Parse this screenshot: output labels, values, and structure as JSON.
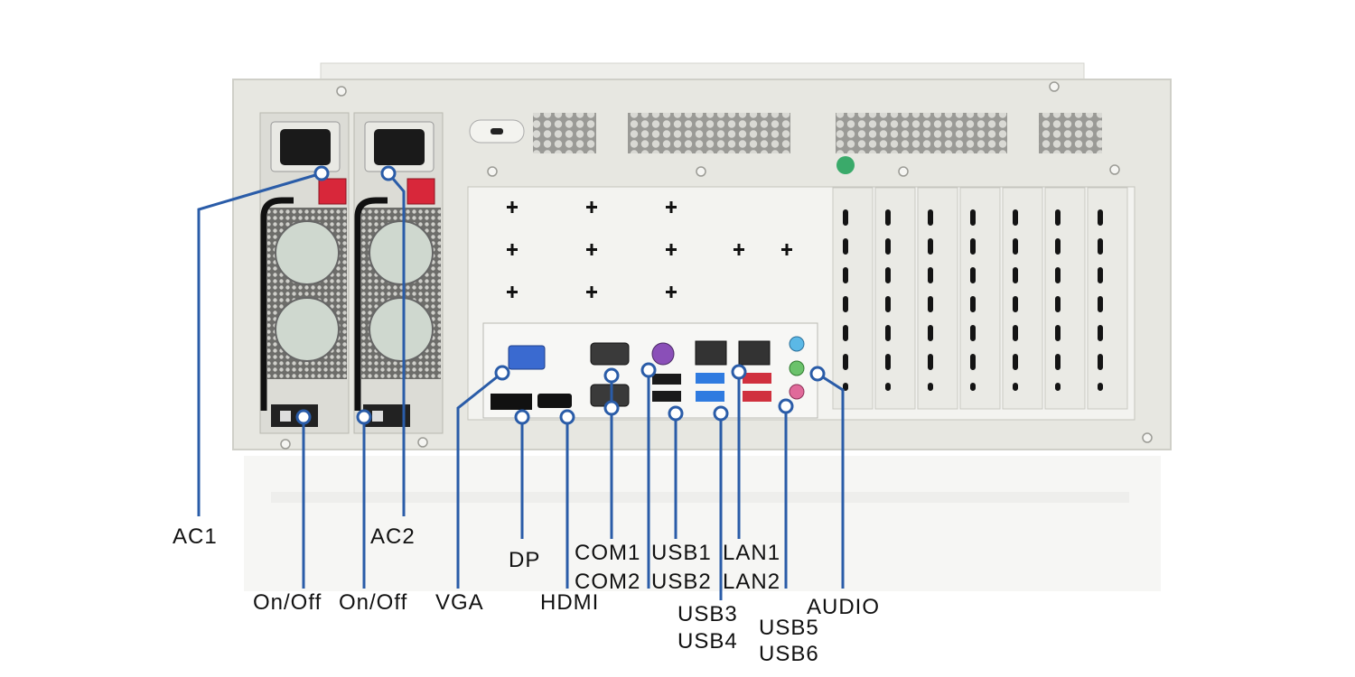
{
  "image": {
    "subject": "rear panel of rackmount industrial computer chassis",
    "leader_color": "#2a5ca8",
    "chassis_color": "#e6e6e0",
    "panel_color": "#f1f1ee"
  },
  "callouts": {
    "ac1": "AC1",
    "ac2": "AC2",
    "onoff1": "On/Off",
    "onoff2": "On/Off",
    "vga": "VGA",
    "dp": "DP",
    "hdmi": "HDMI",
    "com1": "COM1",
    "com2": "COM2",
    "usb1": "USB1",
    "usb2": "USB2",
    "usb3": "USB3",
    "usb4": "USB4",
    "lan1": "LAN1",
    "lan2": "LAN2",
    "usb5": "USB5",
    "usb6": "USB6",
    "audio": "AUDIO"
  }
}
